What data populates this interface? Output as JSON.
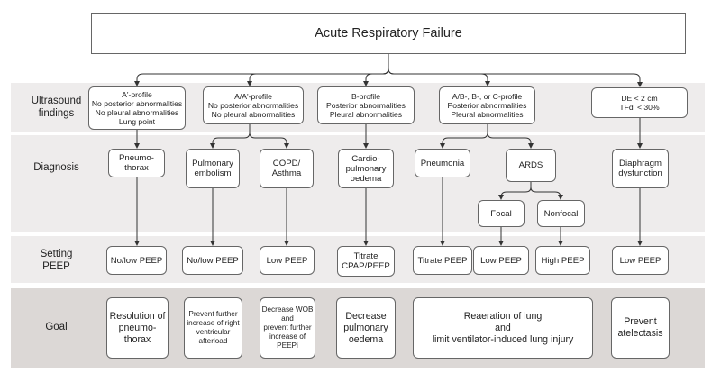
{
  "title": "Acute Respiratory Failure",
  "row_labels": {
    "ultrasound": "Ultrasound\nfindings",
    "diagnosis": "Diagnosis",
    "peep": "Setting\nPEEP",
    "goal": "Goal"
  },
  "ultrasound": {
    "a_prime": "A'-profile\nNo posterior abnormalities\nNo pleural abnormalities\nLung point",
    "aa_prime": "A/A'-profile\nNo posterior abnormalities\nNo pleural abnormalities",
    "b": "B-profile\nPosterior abnormalities\nPleural abnormalities",
    "abc": "A/B-, B-, or C-profile\nPosterior abnormalities\nPleural abnormalities",
    "de": "DE < 2 cm\nTFdi < 30%"
  },
  "diagnosis": {
    "pneumothorax": "Pneumo-\nthorax",
    "pe": "Pulmonary\nembolism",
    "copd": "COPD/\nAsthma",
    "cardio": "Cardio-\npulmonary\noedema",
    "pneumonia": "Pneumonia",
    "ards": "ARDS",
    "focal": "Focal",
    "nonfocal": "Nonfocal",
    "diaphragm": "Diaphragm\ndysfunction"
  },
  "peep": {
    "p1": "No/low PEEP",
    "p2": "No/low PEEP",
    "p3": "Low PEEP",
    "p4": "Titrate\nCPAP/PEEP",
    "p5": "Titrate PEEP",
    "p6": "Low PEEP",
    "p7": "High PEEP",
    "p8": "Low PEEP"
  },
  "goal": {
    "g1": "Resolution of\npneumo-\nthorax",
    "g2": "Prevent further\nincrease of right\nventricular\nafterload",
    "g3": "Decrease WOB\nand\nprevent further\nincrease of\nPEEPi",
    "g4": "Decrease\npulmonary\noedema",
    "g5": "Reaeration of lung\nand\nlimit ventilator-induced lung injury",
    "g6": "Prevent\natelectasis"
  },
  "colors": {
    "band_light": "#eeecec",
    "band_dark": "#dcd8d6",
    "border": "#666666",
    "arrow": "#333333"
  }
}
